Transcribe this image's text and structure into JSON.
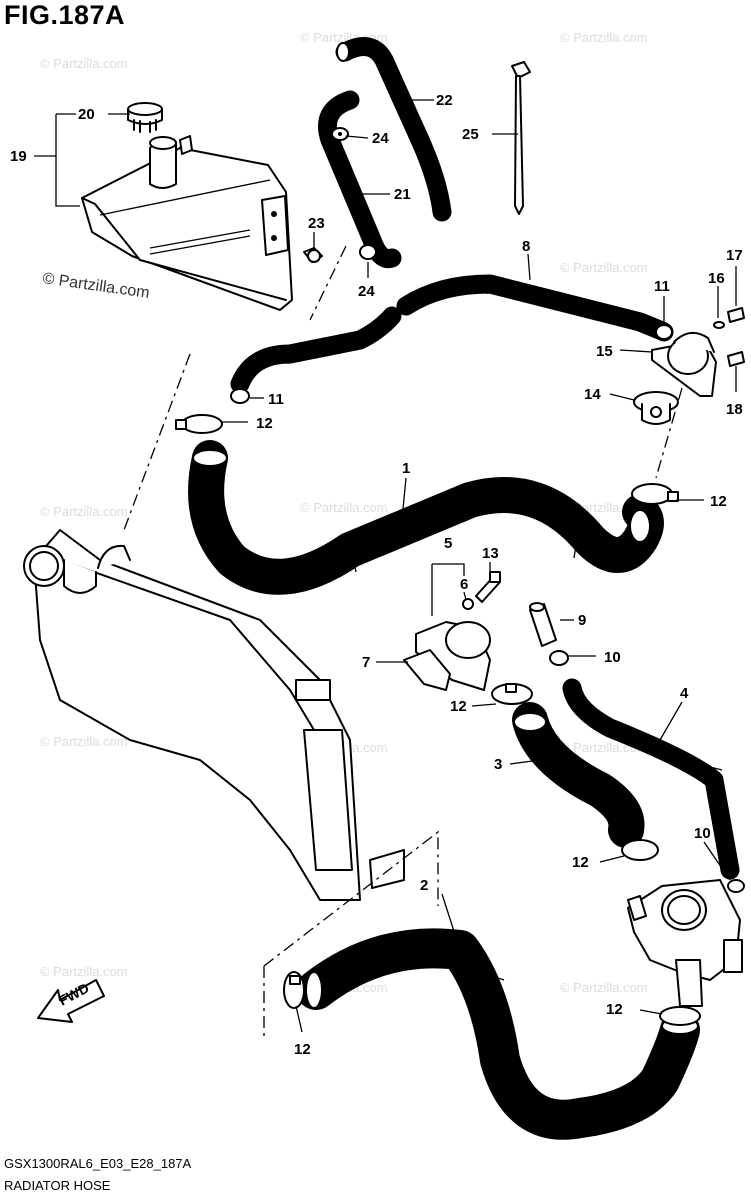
{
  "figure_title": "FIG.187A",
  "footer_code": "GSX1300RAL6_E03_E28_187A",
  "footer_title": "RADIATOR HOSE",
  "watermark_text": "© Partzilla.com",
  "fwd_label": "FWD",
  "callouts": [
    {
      "id": "1",
      "label": "1"
    },
    {
      "id": "2",
      "label": "2"
    },
    {
      "id": "3",
      "label": "3"
    },
    {
      "id": "4",
      "label": "4"
    },
    {
      "id": "5",
      "label": "5"
    },
    {
      "id": "6",
      "label": "6"
    },
    {
      "id": "7",
      "label": "7"
    },
    {
      "id": "8",
      "label": "8"
    },
    {
      "id": "9",
      "label": "9"
    },
    {
      "id": "10a",
      "label": "10"
    },
    {
      "id": "10b",
      "label": "10"
    },
    {
      "id": "11a",
      "label": "11"
    },
    {
      "id": "11b",
      "label": "11"
    },
    {
      "id": "12a",
      "label": "12"
    },
    {
      "id": "12b",
      "label": "12"
    },
    {
      "id": "12c",
      "label": "12"
    },
    {
      "id": "12d",
      "label": "12"
    },
    {
      "id": "12e",
      "label": "12"
    },
    {
      "id": "12f",
      "label": "12"
    },
    {
      "id": "13",
      "label": "13"
    },
    {
      "id": "14",
      "label": "14"
    },
    {
      "id": "15",
      "label": "15"
    },
    {
      "id": "16",
      "label": "16"
    },
    {
      "id": "17",
      "label": "17"
    },
    {
      "id": "18",
      "label": "18"
    },
    {
      "id": "19",
      "label": "19"
    },
    {
      "id": "20",
      "label": "20"
    },
    {
      "id": "21",
      "label": "21"
    },
    {
      "id": "22",
      "label": "22"
    },
    {
      "id": "23",
      "label": "23"
    },
    {
      "id": "24a",
      "label": "24"
    },
    {
      "id": "24b",
      "label": "24"
    },
    {
      "id": "25",
      "label": "25"
    }
  ]
}
